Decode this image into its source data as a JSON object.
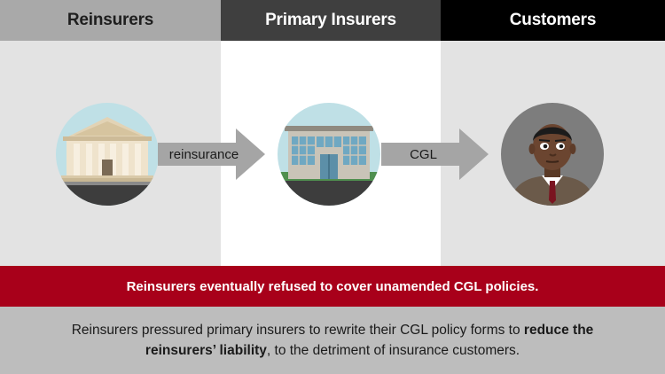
{
  "columns": {
    "reinsurers": "Reinsurers",
    "primary_insurers": "Primary Insurers",
    "customers": "Customers"
  },
  "arrows": {
    "reinsurance": "reinsurance",
    "cgl": "CGL"
  },
  "icons": {
    "reinsurers": "bank-building-icon",
    "primary_insurers": "office-building-icon",
    "customers": "customer-man-icon"
  },
  "banner": {
    "text": "Reinsurers eventually refused to cover unamended CGL policies."
  },
  "caption": {
    "part1": "Reinsurers pressured primary insurers to rewrite their CGL policy forms to ",
    "bold1": "reduce the",
    "bold2": "reinsurers’ liability",
    "part2": ", to the detriment of insurance customers."
  },
  "colors": {
    "banner": "#a8001a",
    "header_reinsurers": "#a9a9a9",
    "header_primary": "#3f3f3f",
    "header_customers": "#000000",
    "circle_bg": "#bfe0e6",
    "arrow": "#a5a5a5"
  }
}
